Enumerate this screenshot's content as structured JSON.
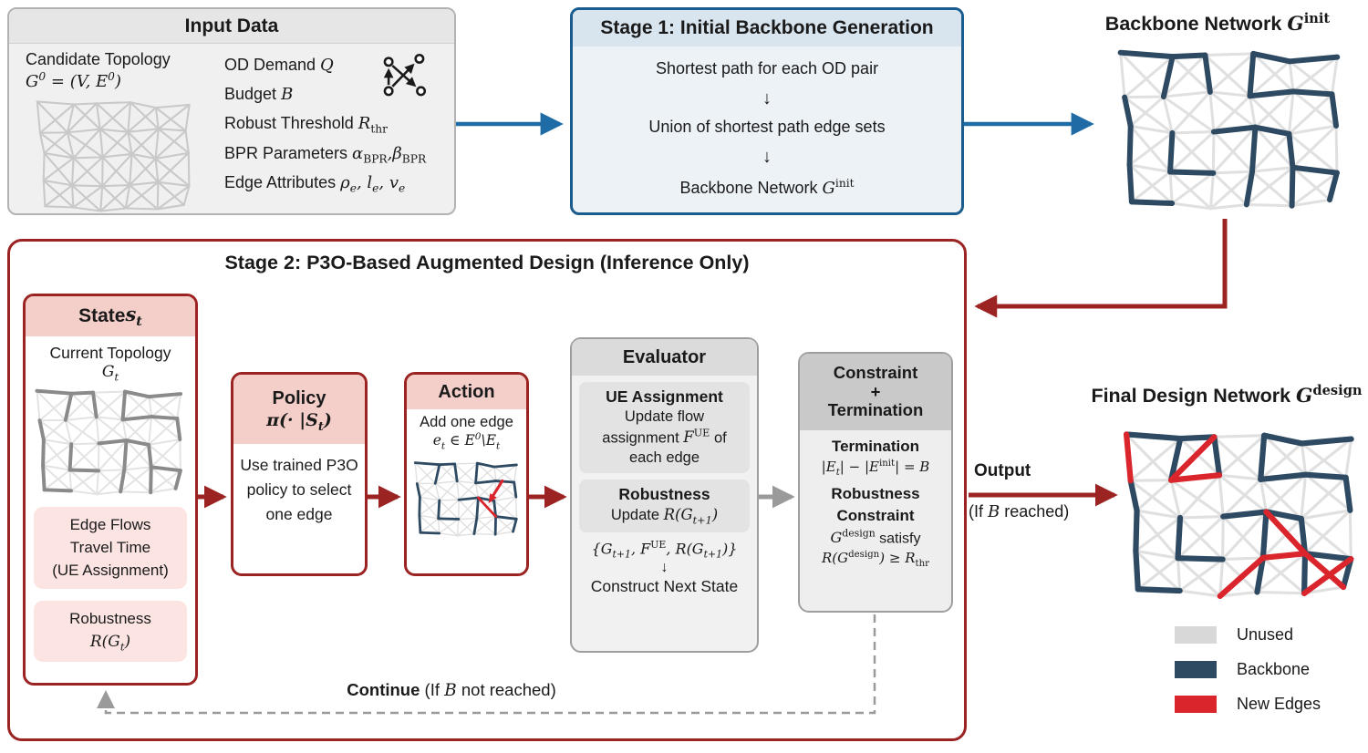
{
  "colors": {
    "blue": "#1e6ba6",
    "blue_dark": "#1a5c8e",
    "dark_red": "#9b2423",
    "navy": "#2e4a62",
    "red": "#d9252b",
    "gray_arrow": "#999999",
    "unused": "#d8d8d8"
  },
  "input": {
    "title": "Input Data",
    "topology_label": "Candidate Topology",
    "topology_math": "G^{0} = (V, E^{0})",
    "od_label": "OD Demand ",
    "od_math": "Q",
    "items": [
      {
        "label": "Budget ",
        "math": "B"
      },
      {
        "label": "Robust Threshold ",
        "math": "R_{thr}"
      },
      {
        "label": "BPR Parameters ",
        "math": "α_{BPR},β_{BPR}"
      },
      {
        "label": "Edge Attributes ",
        "math": "ρ_{e}, l_{e}, v_{e}"
      }
    ]
  },
  "stage1": {
    "title": "Stage 1: Initial Backbone Generation",
    "step1": "Shortest path for each OD pair",
    "step2": "Union of shortest path edge sets",
    "step3_label": "Backbone Network ",
    "step3_math": "G^{init}",
    "arrow": "↓"
  },
  "backbone": {
    "title_label": "Backbone Network ",
    "title_math": "G^{init}"
  },
  "stage2": {
    "title": "Stage 2: P3O-Based Augmented Design (Inference Only)"
  },
  "state": {
    "title_label": "State ",
    "title_math": "s_{t}",
    "line1": "Current Topology",
    "line1_math": "G_{t}",
    "flows": [
      "Edge Flows",
      "Travel Time",
      "(UE Assignment)"
    ],
    "robust_label": "Robustness",
    "robust_math": "R(G_{t})"
  },
  "policy": {
    "title": "Policy",
    "title_math": "π(· |S_{t})",
    "body": "Use trained P3O policy to select one edge"
  },
  "action": {
    "title": "Action",
    "line1": "Add one edge",
    "line2_math": "e_{t} ∈ E^{0}\\E_{t}"
  },
  "evaluator": {
    "title": "Evaluator",
    "ue_title": "UE Assignment",
    "ue_line1": "Update flow",
    "ue_line2_pre": "assignment ",
    "ue_line2_math": "F^{UE}",
    "ue_line2_post": " of",
    "ue_line3": "each edge",
    "rob_title": "Robustness",
    "rob_pre": "Update ",
    "rob_math": "R(G_{t+1})",
    "set_math": "{G_{t+1}, F^{UE}, R(G_{t+1})}",
    "arrow": "↓",
    "next": "Construct Next State"
  },
  "constraint": {
    "title1": "Constraint",
    "title2": "+",
    "title3": "Termination",
    "term_title": "Termination",
    "term_math": "|E_{t}| − |E^{init}| = B",
    "rob_title1": "Robustness",
    "rob_title2": "Constraint",
    "rob_line1_math": "G^{design}",
    "rob_line1_post": " satisfy",
    "rob_line2_math": "R(G^{design}) ≥ R_{thr}"
  },
  "output": {
    "label": "Output",
    "pre": "(If ",
    "math": "B",
    "post": " reached)"
  },
  "continue": {
    "bold": "Continue",
    "pre": " (If ",
    "math": "B",
    "post": " not reached)"
  },
  "final": {
    "title_label": "Final Design Network ",
    "title_math": "G^{design}"
  },
  "legend": {
    "items": [
      {
        "label": "Unused",
        "color": "#d8d8d8"
      },
      {
        "label": "Backbone",
        "color": "#2e4a62"
      },
      {
        "label": "New Edges",
        "color": "#d9252b"
      }
    ]
  }
}
